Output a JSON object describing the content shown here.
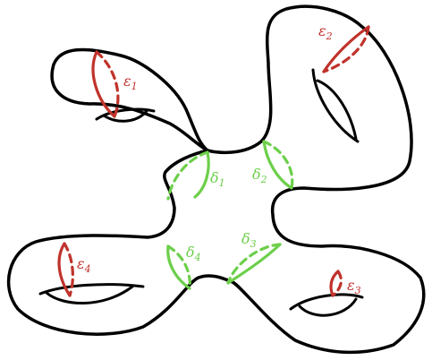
{
  "colors": {
    "surface": "#000000",
    "epsilon": "#c0322b",
    "delta": "#6ccf4a"
  },
  "labels": {
    "e1": {
      "sym": "ε",
      "sub": "1"
    },
    "e2": {
      "sym": "ε",
      "sub": "2"
    },
    "e3": {
      "sym": "ε",
      "sub": "3"
    },
    "e4": {
      "sym": "ε",
      "sub": "4"
    },
    "d1": {
      "sym": "δ",
      "sub": "1"
    },
    "d2": {
      "sym": "δ",
      "sub": "2"
    },
    "d3": {
      "sym": "δ",
      "sub": "3"
    },
    "d4": {
      "sym": "δ",
      "sub": "4"
    }
  }
}
